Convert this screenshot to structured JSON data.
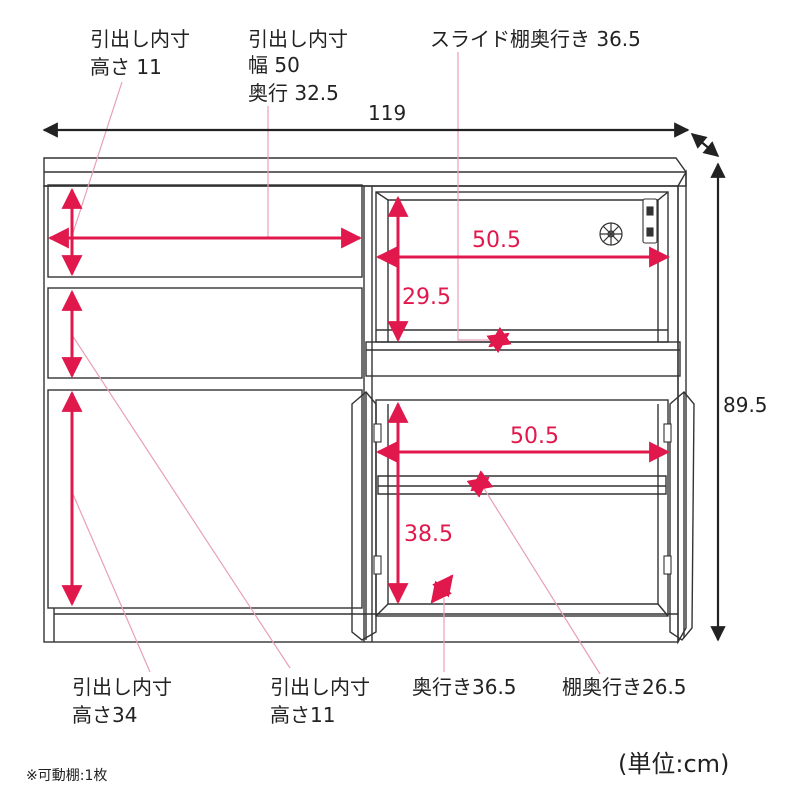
{
  "labels": {
    "drawer_top_height_title": "引出し内寸",
    "drawer_top_height_value": "高さ 11",
    "drawer_top_inner_title": "引出し内寸",
    "drawer_top_width": "幅 50",
    "drawer_top_depth": "奥行 32.5",
    "slide_shelf_depth": "スライド棚奥行き 36.5",
    "drawer_bottom_title": "引出し内寸",
    "drawer_bottom_height": "高さ34",
    "drawer_middle_title": "引出し内寸",
    "drawer_middle_height": "高さ11",
    "cabinet_depth": "奥行き36.5",
    "shelf_depth": "棚奥行き26.5",
    "footnote": "※可動棚:1枚",
    "unit": "(単位:cm)"
  },
  "dimensions": {
    "overall_width": "119",
    "overall_height": "89.5",
    "upper_open_width": "50.5",
    "upper_open_height": "29.5",
    "lower_cabinet_width": "50.5",
    "lower_cabinet_height": "38.5"
  },
  "colors": {
    "dimension_red": "#e0184c",
    "line_black": "#222222",
    "leader_pink": "#e8a0b4"
  },
  "icons": [
    "outlet-icon",
    "vent-fan-icon",
    "hinge-icon"
  ]
}
